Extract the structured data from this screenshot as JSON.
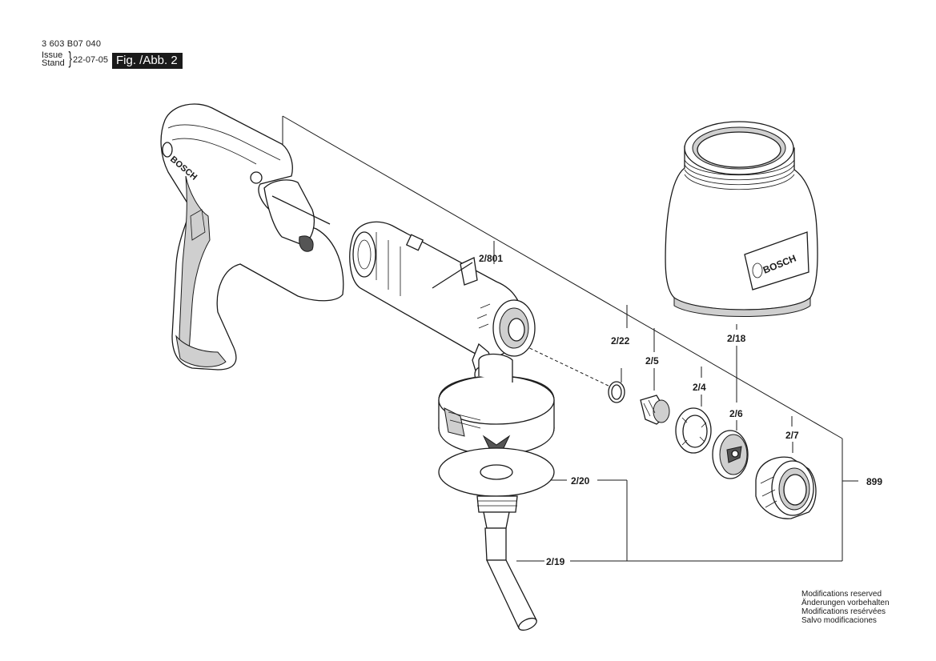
{
  "header": {
    "doc_number": "3 603 B07 040",
    "issue_label": "Issue",
    "stand_label": "Stand",
    "issue_date": "22-07-05",
    "figure_label": "Fig. /Abb. 2"
  },
  "callouts": {
    "c2_801": "2/801",
    "c2_22": "2/22",
    "c2_5": "2/5",
    "c2_18": "2/18",
    "c2_4": "2/4",
    "c2_6": "2/6",
    "c2_7": "2/7",
    "c2_20": "2/20",
    "c2_19": "2/19",
    "c899": "899"
  },
  "brand": "BOSCH",
  "notes": [
    "Modifications reserved",
    "Änderungen vorbehalten",
    "Modifications resérvées",
    "Salvo modificaciones"
  ]
}
